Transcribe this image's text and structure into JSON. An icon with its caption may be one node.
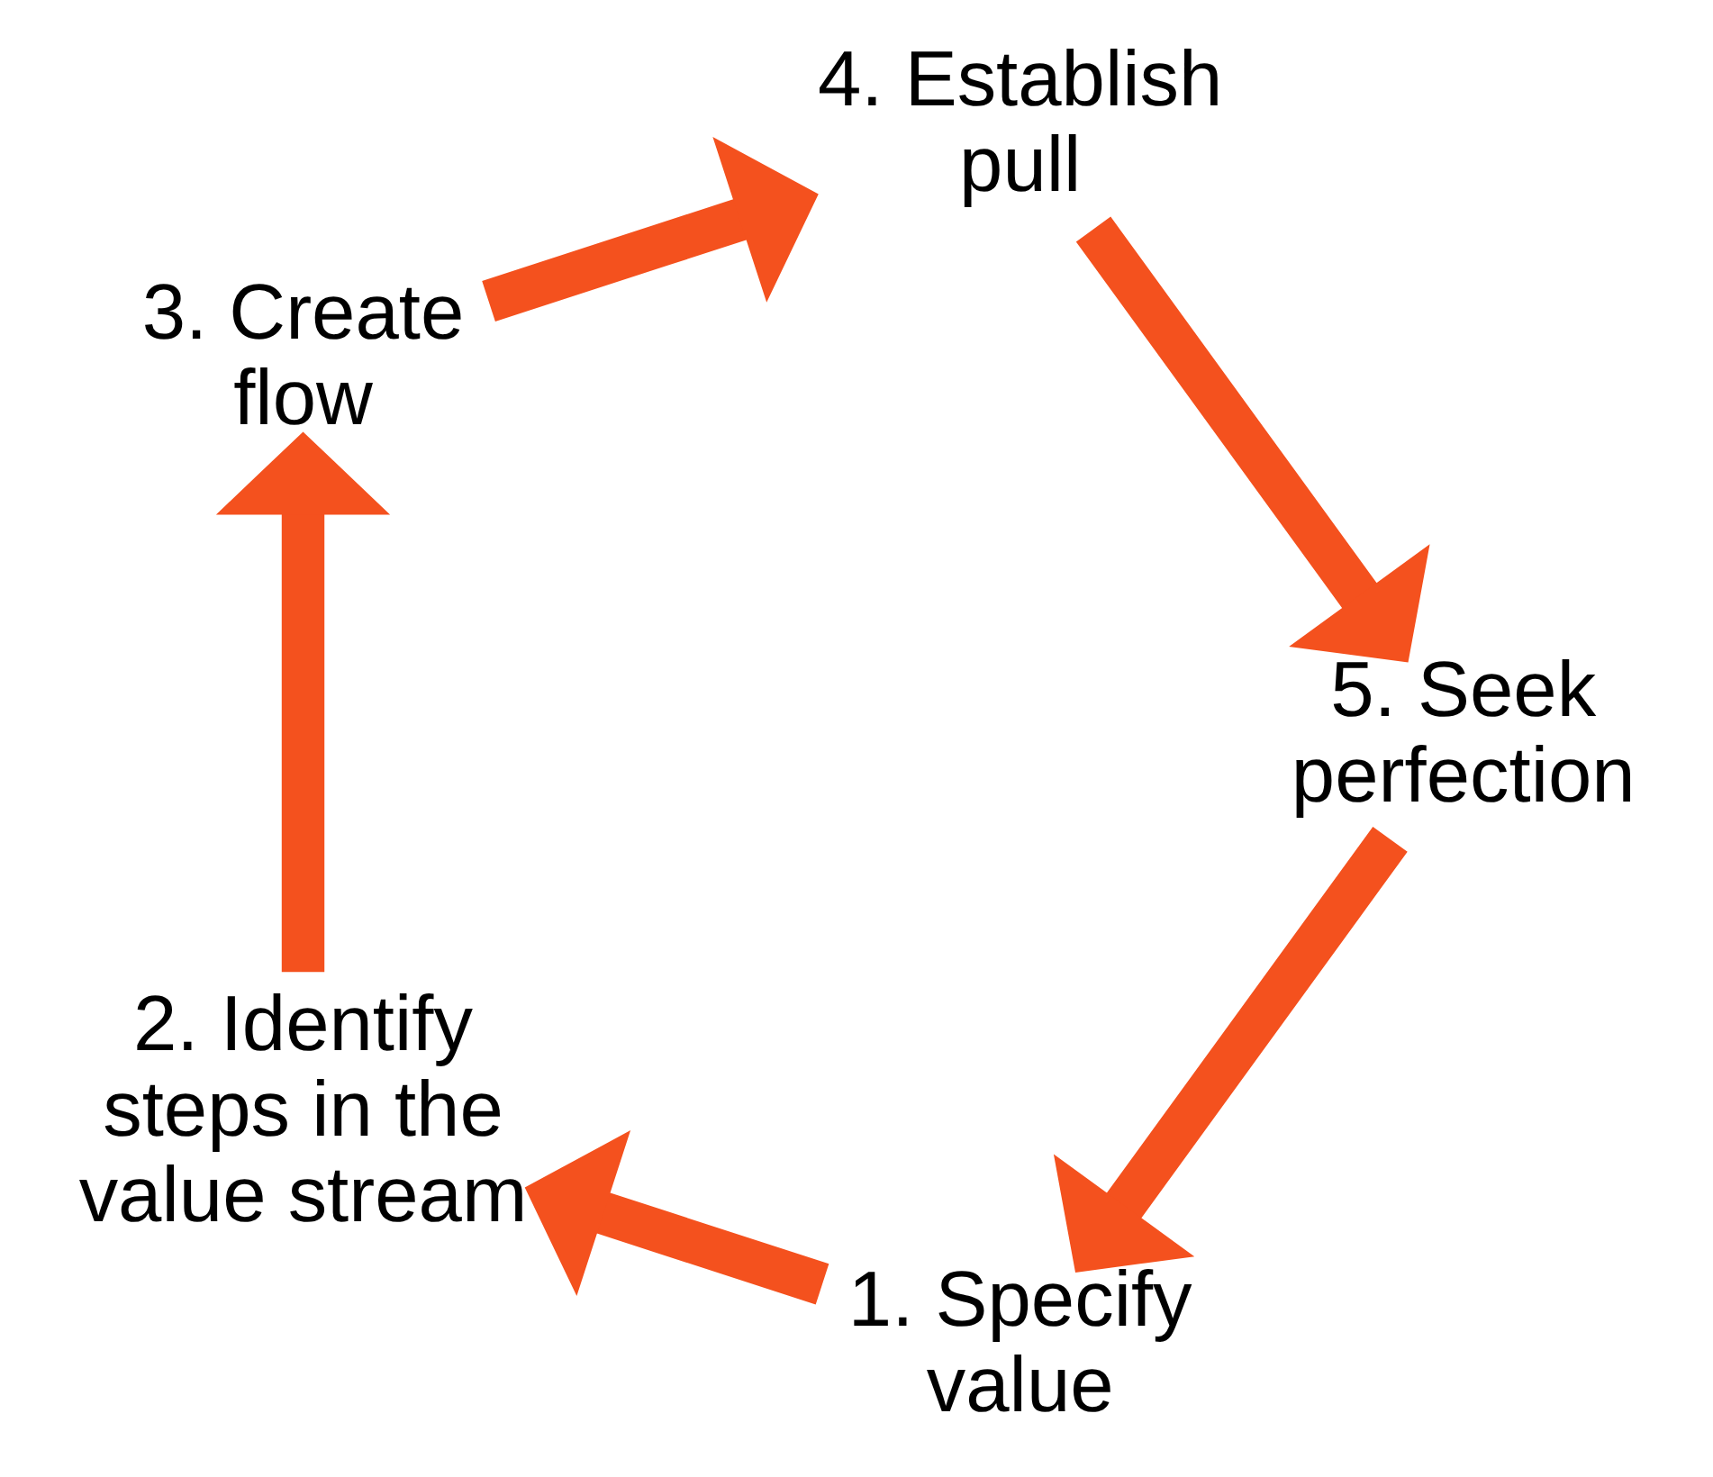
{
  "diagram": {
    "nodes": [
      {
        "text": [
          "1. Specify value"
        ]
      },
      {
        "text": [
          "2. Identify steps in the value stream"
        ]
      },
      {
        "text": [
          "3. Create flow"
        ]
      },
      {
        "text": [
          "4. Establish pull"
        ]
      },
      {
        "text": [
          "5. Seek perfection"
        ]
      }
    ],
    "edges": [
      {
        "from": 4,
        "to": 0,
        "arrow": "to",
        "color": "#f4511e"
      },
      {
        "from": 0,
        "to": 1,
        "arrow": "to",
        "color": "#f4511e"
      },
      {
        "from": 1,
        "to": 2,
        "arrow": "to",
        "color": "#f4511e"
      },
      {
        "from": 2,
        "to": 3,
        "arrow": "to",
        "color": "#f4511e"
      },
      {
        "from": 3,
        "to": 4,
        "arrow": "to",
        "color": "#f4511e"
      }
    ]
  }
}
